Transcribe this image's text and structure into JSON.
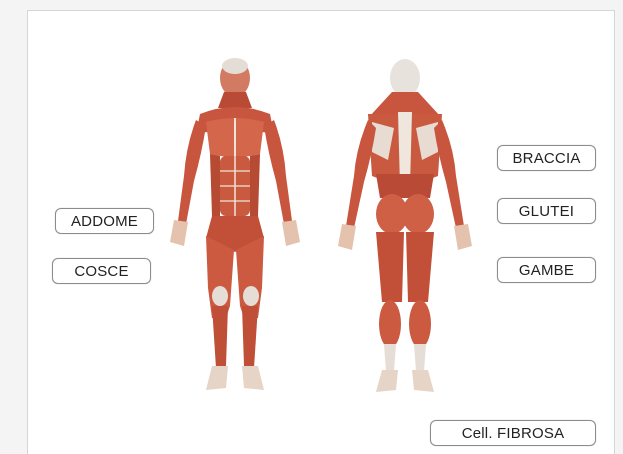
{
  "buttons": {
    "addome": "ADDOME",
    "cosce": "COSCE",
    "braccia": "BRACCIA",
    "glutei": "GLUTEI",
    "gambe": "GAMBE",
    "cell_fibrosa": "Cell. FIBROSA"
  },
  "colors": {
    "muscle": "#c8553d",
    "muscle_dark": "#9a3524",
    "muscle_light": "#e08a6e",
    "tendon": "#e9dfd6",
    "skin": "#e8c6b4"
  }
}
